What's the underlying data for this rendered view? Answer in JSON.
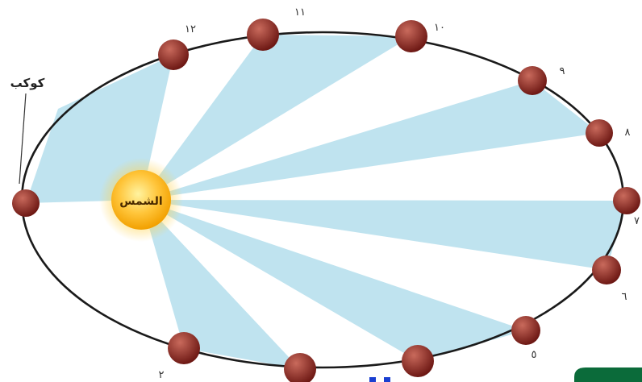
{
  "diagram": {
    "sun_label": "الشمس",
    "planet_label": "كوكب",
    "colors": {
      "sector": "#bfe3ef",
      "orbit": "#1a1a1a",
      "sun_core": "#fff3a0",
      "sun_mid": "#ffc53a",
      "sun_edge": "#f2a000",
      "planet_light": "#c96a5c",
      "planet_dark": "#6b1612",
      "accent_tab": "#0b6b3a",
      "dashes": "#1a3fd1"
    },
    "month_labels": [
      "١٢",
      "١١",
      "١٠",
      "٩",
      "٨",
      "٧",
      "٦",
      "٥",
      "٢"
    ]
  }
}
